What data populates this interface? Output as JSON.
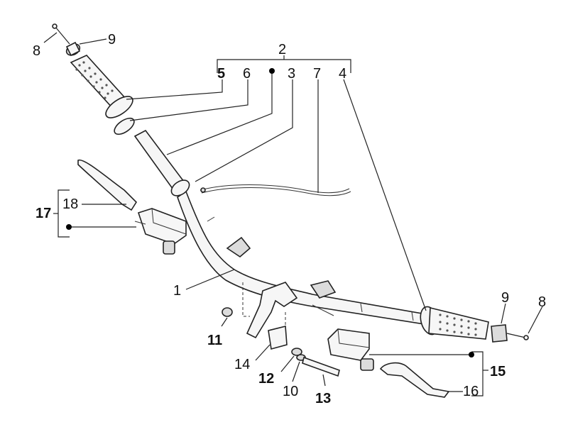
{
  "labels": {
    "l1": "1",
    "l2": "2",
    "l3": "3",
    "l4": "4",
    "l5": "5",
    "l6": "6",
    "l7": "7",
    "l8a": "8",
    "l8b": "8",
    "l9a": "9",
    "l9b": "9",
    "l10": "10",
    "l11": "11",
    "l12": "12",
    "l13": "13",
    "l14": "14",
    "l15": "15",
    "l16": "16",
    "l17": "17",
    "l18": "18"
  },
  "icons": {
    "bullet_color": "#000000",
    "line_color": "#222222"
  }
}
